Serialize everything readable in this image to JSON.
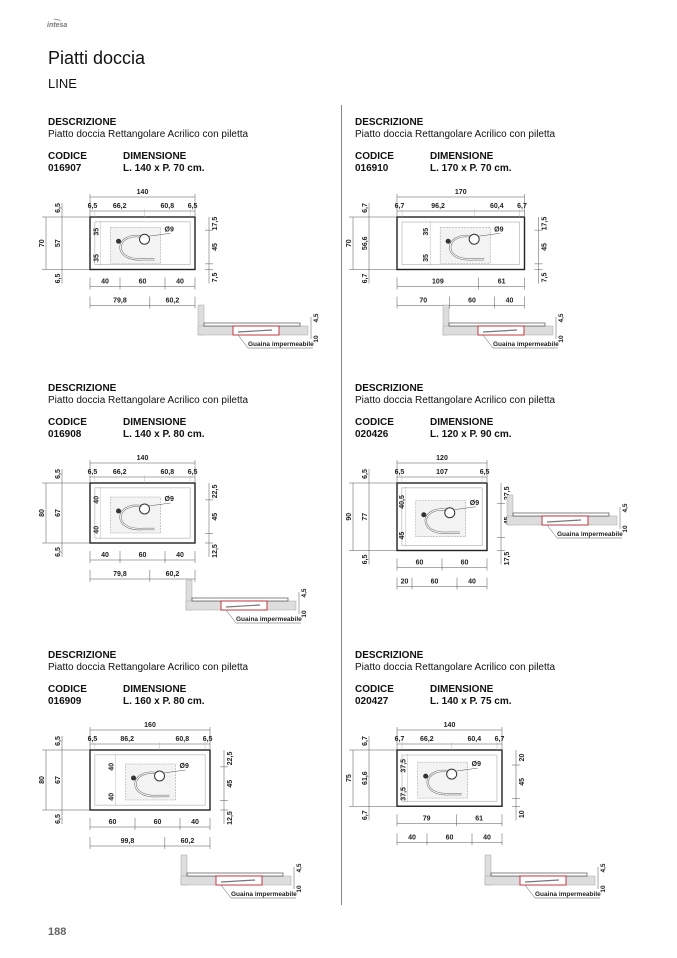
{
  "brand": "intesa",
  "title": "Piatti doccia",
  "subtitle": "LINE",
  "page_number": "188",
  "labels": {
    "description": "DESCRIZIONE",
    "code": "CODICE",
    "dimension": "DIMENSIONE",
    "membrane": "Guaina impermeabile",
    "drain": "Ø9",
    "section_top": "4,5",
    "section_bottom": "10"
  },
  "colors": {
    "membrane": "#c0262d",
    "text": "#111111",
    "page_number": "#666666"
  },
  "products": [
    {
      "description": "Piatto doccia Rettangolare Acrilico con piletta",
      "code": "016907",
      "dimension": "L. 140 x P. 70 cm.",
      "plan": {
        "width": 140,
        "depth": 70,
        "width_label": "140",
        "depth_label": "70",
        "top": [
          [
            6.5,
            "6,5"
          ],
          [
            66.2,
            "66,2"
          ],
          [
            60.8,
            "60,8"
          ],
          [
            6.5,
            "6,5"
          ]
        ],
        "left": [
          [
            6.5,
            "6,5"
          ],
          [
            57,
            "57"
          ],
          [
            6.5,
            "6,5"
          ]
        ],
        "inner": [
          "35",
          "35"
        ],
        "right": [
          [
            17.5,
            "17,5"
          ],
          [
            45,
            "45"
          ],
          [
            7.5,
            "7,5"
          ]
        ],
        "bottom1": [
          [
            40,
            "40"
          ],
          [
            60,
            "60"
          ],
          [
            40,
            "40"
          ]
        ],
        "bottom2": [
          [
            79.8,
            "79,8"
          ],
          [
            60.2,
            "60,2"
          ]
        ]
      }
    },
    {
      "description": "Piatto doccia Rettangolare Acrilico con piletta",
      "code": "016910",
      "dimension": "L. 170 x P. 70 cm.",
      "plan": {
        "width": 170,
        "depth": 70,
        "width_label": "170",
        "depth_label": "70",
        "top": [
          [
            6.7,
            "6,7"
          ],
          [
            96.2,
            "96,2"
          ],
          [
            60.4,
            "60,4"
          ],
          [
            6.7,
            "6,7"
          ]
        ],
        "left": [
          [
            6.7,
            "6,7"
          ],
          [
            56.6,
            "56,6"
          ],
          [
            6.7,
            "6,7"
          ]
        ],
        "inner": [
          "35",
          "35"
        ],
        "right": [
          [
            17.5,
            "17,5"
          ],
          [
            45,
            "45"
          ],
          [
            7.5,
            "7,5"
          ]
        ],
        "bottom1": [
          [
            109,
            "109"
          ],
          [
            61,
            "61"
          ]
        ],
        "bottom2": [
          [
            70,
            "70"
          ],
          [
            60,
            "60"
          ],
          [
            40,
            "40"
          ]
        ]
      }
    },
    {
      "description": "Piatto doccia Rettangolare Acrilico con piletta",
      "code": "016908",
      "dimension": "L. 140 x P. 80 cm.",
      "plan": {
        "width": 140,
        "depth": 80,
        "width_label": "140",
        "depth_label": "80",
        "top": [
          [
            6.5,
            "6,5"
          ],
          [
            66.2,
            "66,2"
          ],
          [
            60.8,
            "60,8"
          ],
          [
            6.5,
            "6,5"
          ]
        ],
        "left": [
          [
            6.5,
            "6,5"
          ],
          [
            67,
            "67"
          ],
          [
            6.5,
            "6,5"
          ]
        ],
        "inner": [
          "40",
          "40"
        ],
        "right": [
          [
            22.5,
            "22,5"
          ],
          [
            45,
            "45"
          ],
          [
            12.5,
            "12,5"
          ]
        ],
        "bottom1": [
          [
            40,
            "40"
          ],
          [
            60,
            "60"
          ],
          [
            40,
            "40"
          ]
        ],
        "bottom2": [
          [
            79.8,
            "79,8"
          ],
          [
            60.2,
            "60,2"
          ]
        ]
      }
    },
    {
      "description": "Piatto doccia Rettangolare Acrilico con piletta",
      "code": "020426",
      "dimension": "L. 120 x P. 90 cm.",
      "plan": {
        "width": 120,
        "depth": 90,
        "width_label": "120",
        "depth_label": "90",
        "top": [
          [
            6.5,
            "6,5"
          ],
          [
            107,
            "107"
          ],
          [
            6.5,
            "6,5"
          ]
        ],
        "left": [
          [
            6.5,
            "6,5"
          ],
          [
            77,
            "77"
          ],
          [
            6.5,
            "6,5"
          ]
        ],
        "inner": [
          "40,5",
          "45"
        ],
        "right": [
          [
            27.5,
            "27,5"
          ],
          [
            45,
            "45"
          ],
          [
            17.5,
            "17,5"
          ]
        ],
        "bottom1": [
          [
            60,
            "60"
          ],
          [
            60,
            "60"
          ]
        ],
        "bottom2": [
          [
            20,
            "20"
          ],
          [
            60,
            "60"
          ],
          [
            40,
            "40"
          ]
        ]
      }
    },
    {
      "description": "Piatto doccia Rettangolare Acrilico con piletta",
      "code": "016909",
      "dimension": "L. 160 x P. 80 cm.",
      "plan": {
        "width": 160,
        "depth": 80,
        "width_label": "160",
        "depth_label": "80",
        "top": [
          [
            6.5,
            "6,5"
          ],
          [
            86.2,
            "86,2"
          ],
          [
            60.8,
            "60,8"
          ],
          [
            6.5,
            "6,5"
          ]
        ],
        "left": [
          [
            6.5,
            "6,5"
          ],
          [
            67,
            "67"
          ],
          [
            6.5,
            "6,5"
          ]
        ],
        "inner": [
          "40",
          "40"
        ],
        "right": [
          [
            22.5,
            "22,5"
          ],
          [
            45,
            "45"
          ],
          [
            12.5,
            "12,5"
          ]
        ],
        "bottom1": [
          [
            60,
            "60"
          ],
          [
            60,
            "60"
          ],
          [
            40,
            "40"
          ]
        ],
        "bottom2": [
          [
            99.8,
            "99,8"
          ],
          [
            60.2,
            "60,2"
          ]
        ]
      }
    },
    {
      "description": "Piatto doccia Rettangolare Acrilico con piletta",
      "code": "020427",
      "dimension": "L. 140 x P. 75 cm.",
      "plan": {
        "width": 140,
        "depth": 75,
        "width_label": "140",
        "depth_label": "75",
        "top": [
          [
            6.7,
            "6,7"
          ],
          [
            66.2,
            "66,2"
          ],
          [
            60.4,
            "60,4"
          ],
          [
            6.7,
            "6,7"
          ]
        ],
        "left": [
          [
            6.7,
            "6,7"
          ],
          [
            61.6,
            "61,6"
          ],
          [
            6.7,
            "6,7"
          ]
        ],
        "inner": [
          "37,5",
          "37,5"
        ],
        "right": [
          [
            20,
            "20"
          ],
          [
            45,
            "45"
          ],
          [
            10,
            "10"
          ]
        ],
        "bottom1": [
          [
            79,
            "79"
          ],
          [
            61,
            "61"
          ]
        ],
        "bottom2": [
          [
            40,
            "40"
          ],
          [
            60,
            "60"
          ],
          [
            40,
            "40"
          ]
        ]
      }
    }
  ]
}
